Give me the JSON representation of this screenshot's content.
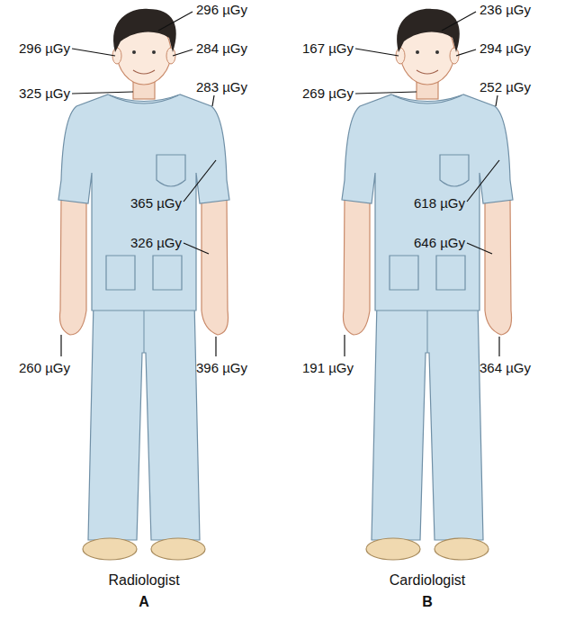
{
  "diagram": {
    "labels": [
      "296 µGy",
      "296 µGy",
      "284 µGy",
      "325 µGy",
      "283 µGy",
      "365 µGy",
      "326 µGy",
      "260 µGy",
      "396 µGy",
      "Radiologist",
      "A",
      "236 µGy",
      "167 µGy",
      "294 µGy",
      "269 µGy",
      "252 µGy",
      "618 µGy",
      "646 µGy",
      "191 µGy",
      "364 µGy",
      "Cardiologist",
      "B"
    ]
  }
}
